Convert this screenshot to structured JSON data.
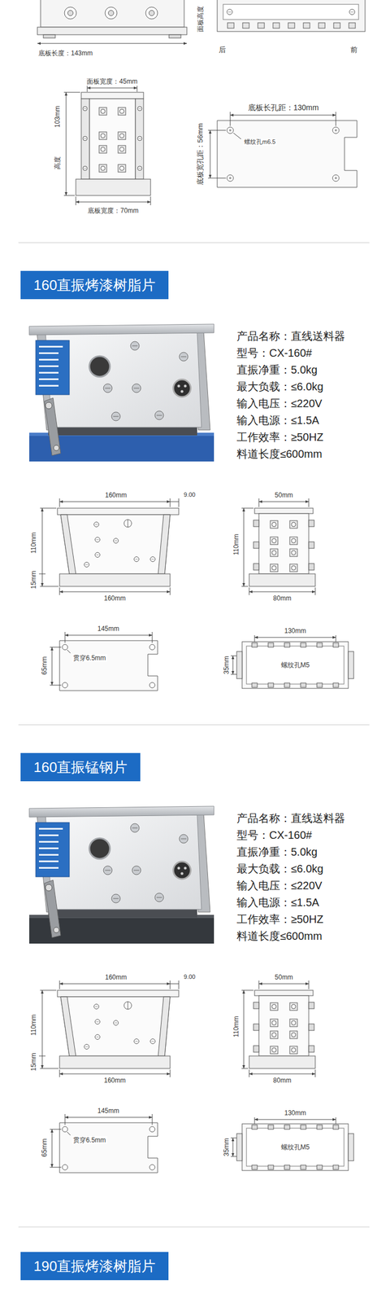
{
  "diagram": {
    "nodes": [
      {
        "text": [
          "160直振烤漆树脂片"
        ]
      },
      {
        "text": [
          "160直振锰钢片"
        ]
      },
      {
        "text": [
          "190直振烤漆树脂片"
        ]
      }
    ],
    "labels": [
      "底板长度：143mm",
      "后",
      "前",
      "面板高度",
      "面板宽度：45mm",
      "103mm",
      "高度",
      "底板宽度：70mm",
      "底板长孔距：130mm",
      "螺纹孔m6.5",
      "底板宽孔距：56mm",
      "产品名称：直线送料器",
      "型号：CX-160#",
      "直振净重：5.0kg",
      "最大负载：≤6.0kg",
      "输入电压：≤220V",
      "输入电源：≤1.5A",
      "工作效率：≥50HZ",
      "料道长度≤600mm",
      "160mm",
      "9.00",
      "110mm",
      "15mm",
      "160mm",
      "50mm",
      "110mm",
      "80mm",
      "145mm",
      "贯穿6.5mm",
      "65mm",
      "130mm",
      "螺纹孔M5",
      "35mm",
      "产品名称：直线送料器",
      "型号：CX-160#",
      "直振净重：5.0kg",
      "最大负载：≤6.0kg",
      "输入电压：≤220V",
      "输入电源：≤1.5A",
      "工作效率：≥50HZ",
      "料道长度≤600mm",
      "160mm",
      "9.00",
      "110mm",
      "15mm",
      "160mm",
      "50mm",
      "110mm",
      "80mm",
      "145mm",
      "贯穿6.5mm",
      "65mm",
      "130mm",
      "螺纹孔M5",
      "35mm"
    ]
  }
}
